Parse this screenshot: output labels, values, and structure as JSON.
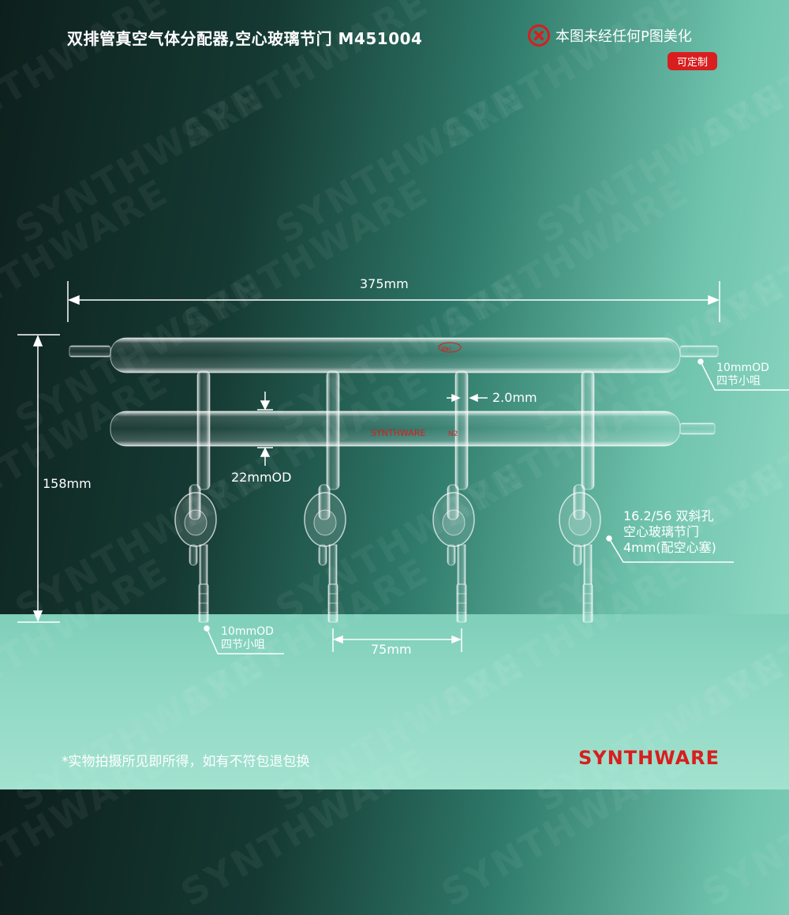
{
  "title": "双排管真空气体分配器,空心玻璃节门 M451004",
  "notice": {
    "icon": "x-circle-icon",
    "text": "本图未经任何P图美化",
    "badge": "可定制"
  },
  "watermark": "SYNTHWARE",
  "dimensions": {
    "width": "375mm",
    "height": "158mm",
    "tube_od": "22mmOD",
    "wall": "2.0mm",
    "spacing": "75mm"
  },
  "callouts": {
    "top_hose_line1": "10mmOD",
    "top_hose_line2": "四节小咀",
    "bottom_hose_line1": "10mmOD",
    "bottom_hose_line2": "四节小咀",
    "stopcock_line1": "16.2/56 双斜孔",
    "stopcock_line2": "空心玻璃节门",
    "stopcock_line3": "4mm(配空心塞)"
  },
  "tube_marks": {
    "vac": "Vac",
    "brand": "SYNTHWARE",
    "n2": "N2"
  },
  "footer": "*实物拍摄所见即所得，如有不符包退包换",
  "brand": "SYNTHWARE",
  "colors": {
    "accent": "#d81e1e"
  }
}
